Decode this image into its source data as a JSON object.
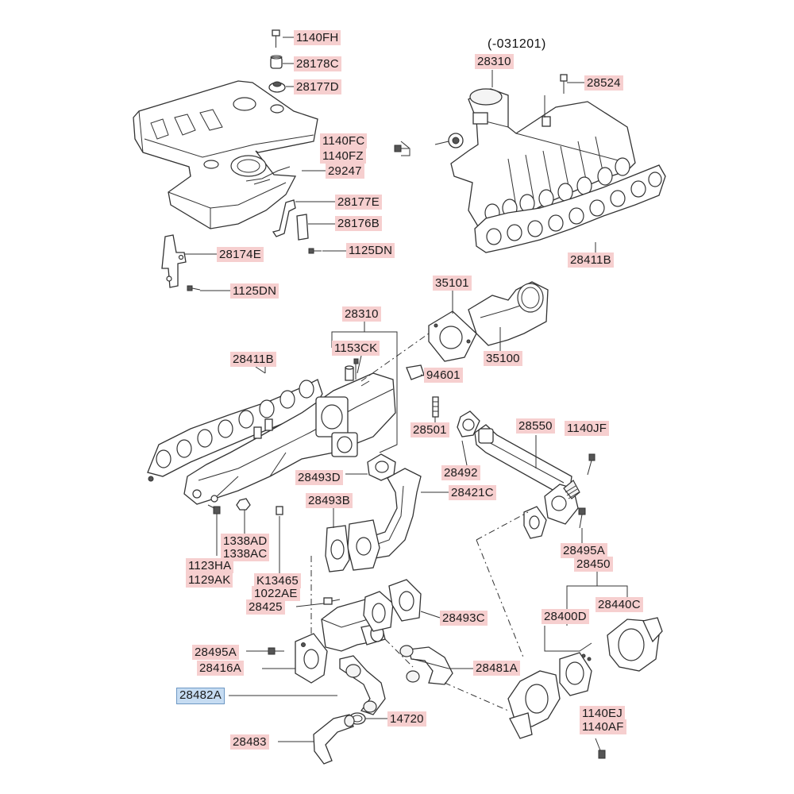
{
  "header": {
    "variant_code": "(-031201)"
  },
  "labels": {
    "l1140FH": "1140FH",
    "l28178C": "28178C",
    "l28177D": "28177D",
    "l1140FC": "1140FC",
    "l1140FZ": "1140FZ",
    "l29247": "29247",
    "l28177E": "28177E",
    "l28176B": "28176B",
    "l28174E": "28174E",
    "l1125DN_a": "1125DN",
    "l1125DN_b": "1125DN",
    "l28310_top": "28310",
    "l28524": "28524",
    "l28411B_top": "28411B",
    "l35101": "35101",
    "l35100": "35100",
    "l28310_mid": "28310",
    "l1153CK": "1153CK",
    "l28411B_mid": "28411B",
    "l94601": "94601",
    "l28501": "28501",
    "l28550": "28550",
    "l1140JF": "1140JF",
    "l28492": "28492",
    "l28493D": "28493D",
    "l28421C": "28421C",
    "l28493B": "28493B",
    "l1338AD": "1338AD",
    "l1338AC": "1338AC",
    "l1123HA": "1123HA",
    "l1129AK": "1129AK",
    "l28495A_r": "28495A",
    "l28450": "28450",
    "lK13465": "K13465",
    "l1022AE": "1022AE",
    "l28425": "28425",
    "l28400D": "28400D",
    "l28440C": "28440C",
    "l28493C": "28493C",
    "l28495A_l": "28495A",
    "l28416A": "28416A",
    "l28481A": "28481A",
    "l28482A": "28482A",
    "l14720": "14720",
    "l1140EJ": "1140EJ",
    "l1140AF": "1140AF",
    "l28483": "28483"
  },
  "selected_part": "28482A",
  "colors": {
    "label_bg": "#f6cfcf",
    "selected_bg": "#c6dcf2",
    "selected_border": "#6d98c4",
    "line": "#333333"
  }
}
